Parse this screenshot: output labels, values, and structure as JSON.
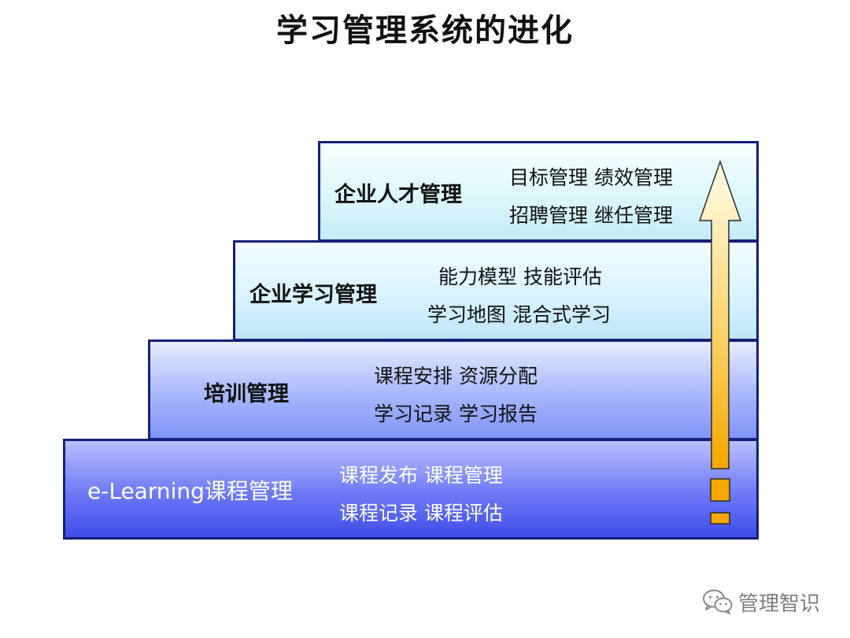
{
  "title": "学习管理系统的进化",
  "levels": [
    {
      "title": "e-Learning课程管理",
      "line1": "课程发布  课程管理",
      "line2": "课程记录  课程评估"
    },
    {
      "title": "培训管理",
      "line1": "课程安排  资源分配",
      "line2": "学习记录  学习报告"
    },
    {
      "title": "企业学习管理",
      "line1": "能力模型  技能评估",
      "line2": "学习地图  混合式学习"
    },
    {
      "title": "企业人才管理",
      "line1": "目标管理  绩效管理",
      "line2": "招聘管理  继任管理"
    }
  ],
  "watermark": {
    "text": "管理智识",
    "icon": "wechat-icon"
  },
  "colors": {
    "border": "#16207a",
    "arrow_top": "#fffbe0",
    "arrow_bottom": "#f5a800",
    "watermark": "#7d7d7d"
  }
}
